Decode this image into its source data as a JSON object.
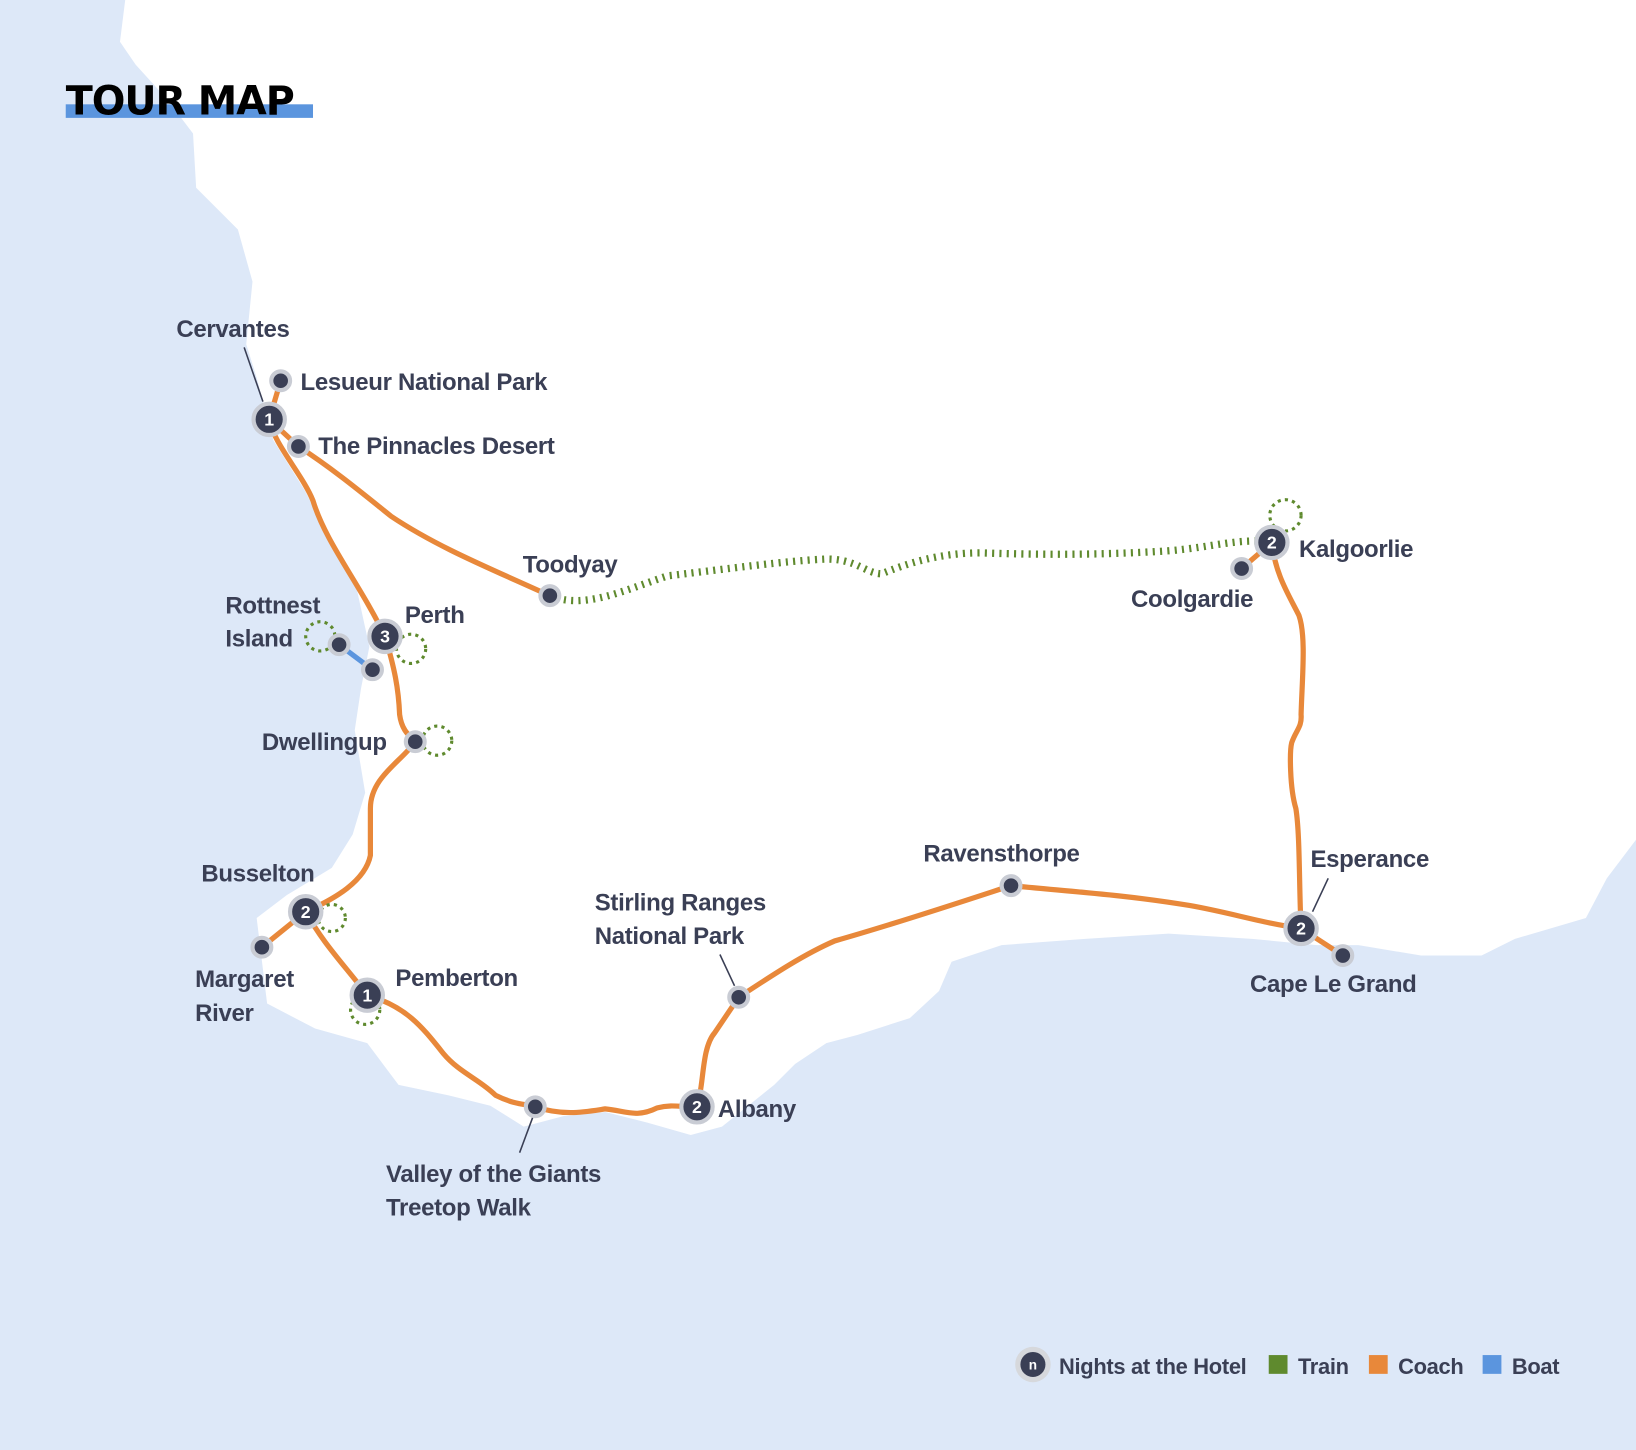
{
  "title": "TOUR MAP",
  "colors": {
    "sea": "#dde8f8",
    "land": "#ffffff",
    "train": "#5f8a2e",
    "coach": "#e8883a",
    "boat": "#5b95de",
    "marker": "#3a3f55",
    "title_bar": "#5b95de"
  },
  "places": {
    "cervantes": {
      "label": "Cervantes",
      "nights": "1"
    },
    "lesueur": {
      "label": "Lesueur National Park"
    },
    "pinnacles": {
      "label": "The Pinnacles Desert"
    },
    "toodyay": {
      "label": "Toodyay"
    },
    "rottnest": {
      "label1": "Rottnest",
      "label2": "Island"
    },
    "perth": {
      "label": "Perth",
      "nights": "3"
    },
    "dwellingup": {
      "label": "Dwellingup"
    },
    "busselton": {
      "label": "Busselton",
      "nights": "2"
    },
    "margaret_river": {
      "label1": "Margaret",
      "label2": "River"
    },
    "pemberton": {
      "label": "Pemberton",
      "nights": "1"
    },
    "valley": {
      "label1": "Valley of the Giants",
      "label2": "Treetop Walk"
    },
    "albany": {
      "label": "Albany",
      "nights": "2"
    },
    "stirling": {
      "label1": "Stirling Ranges",
      "label2": "National Park"
    },
    "ravensthorpe": {
      "label": "Ravensthorpe"
    },
    "esperance": {
      "label": "Esperance",
      "nights": "2"
    },
    "cape_le_grand": {
      "label": "Cape Le Grand"
    },
    "kalgoorlie": {
      "label": "Kalgoorlie",
      "nights": "2"
    },
    "coolgardie": {
      "label": "Coolgardie"
    }
  },
  "legend": {
    "hotel_symbol": "n",
    "hotel": "Nights at the Hotel",
    "train": "Train",
    "coach": "Coach",
    "boat": "Boat"
  }
}
